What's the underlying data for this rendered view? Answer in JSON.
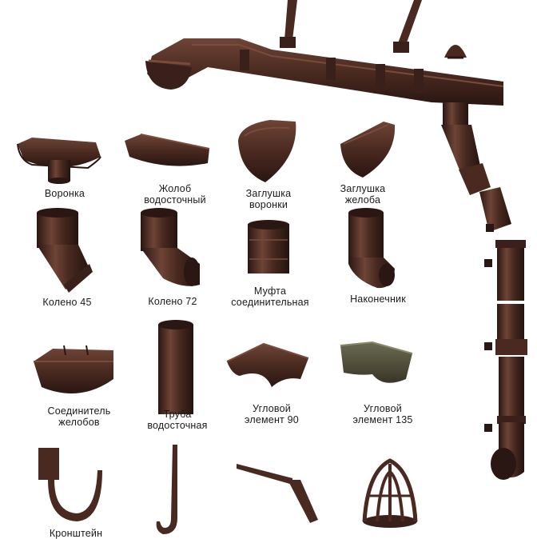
{
  "colors": {
    "product": "#4a2a20",
    "highlight": "#7a4a3a",
    "shadow": "#2a1612",
    "background": "#ffffff"
  },
  "items": [
    {
      "label": "Воронка",
      "icon": "gutter-funnel-icon"
    },
    {
      "label": "Жолоб водосточный",
      "line1": "Жолоб",
      "line2": "водосточный",
      "icon": "gutter-trough-icon"
    },
    {
      "label": "Заглушка воронки",
      "line1": "Заглушка",
      "line2": "воронки",
      "icon": "funnel-cap-icon"
    },
    {
      "label": "Заглушка желоба",
      "line1": "Заглушка",
      "line2": "желоба",
      "icon": "gutter-cap-icon"
    },
    {
      "label": "Колено 45",
      "icon": "elbow-45-icon"
    },
    {
      "label": "Колено 72",
      "icon": "elbow-72-icon"
    },
    {
      "label": "Муфта соединительная",
      "line1": "Муфта",
      "line2": "соединительная",
      "icon": "pipe-coupling-icon"
    },
    {
      "label": "Наконечник",
      "icon": "pipe-outlet-icon"
    },
    {
      "label": "Соединитель желобов",
      "line1": "Соединитель",
      "line2": "желобов",
      "icon": "gutter-connector-icon"
    },
    {
      "label": "Труба водосточная",
      "line1": "Труба",
      "line2": "водосточная",
      "icon": "downpipe-icon"
    },
    {
      "label": "Угловой элемент 90",
      "line1": "Угловой",
      "line2": "элемент 90",
      "icon": "corner-90-icon"
    },
    {
      "label": "Угловой элемент 135",
      "line1": "Угловой",
      "line2": "элемент 135",
      "icon": "corner-135-icon"
    },
    {
      "label": "Кронштейн",
      "icon": "gutter-bracket-icon"
    },
    {
      "label": "",
      "icon": "long-hook-icon"
    },
    {
      "label": "",
      "icon": "bracket-holder-icon"
    },
    {
      "label": "",
      "icon": "leaf-guard-icon"
    }
  ]
}
